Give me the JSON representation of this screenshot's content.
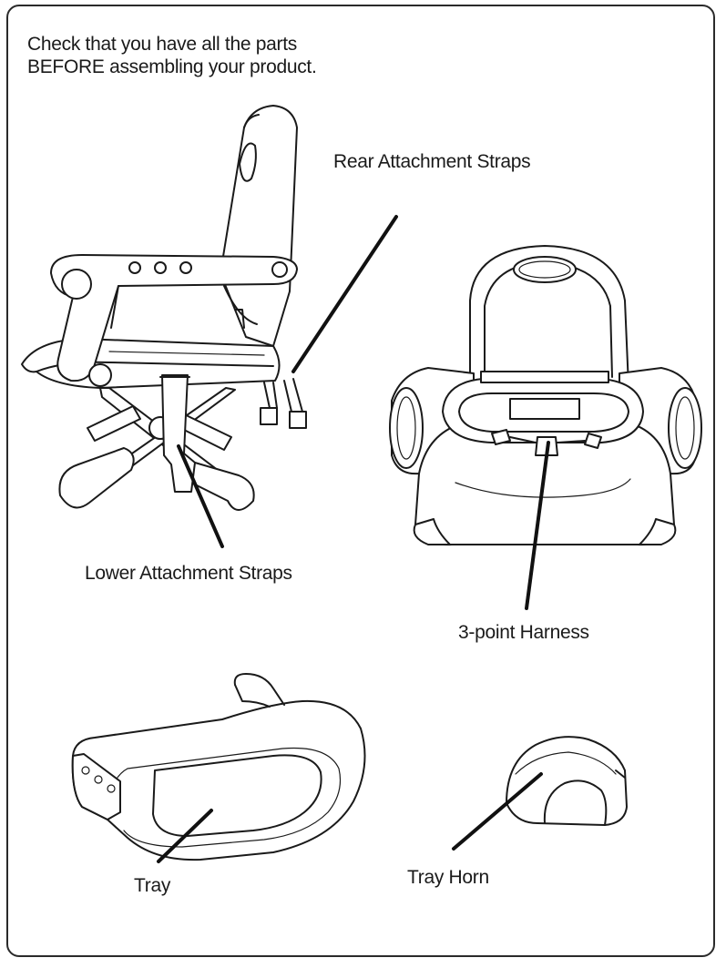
{
  "intro": {
    "line1": "Check that you have all the parts",
    "line2": "BEFORE assembling your product."
  },
  "parts": {
    "rear_straps": "Rear Attachment Straps",
    "lower_straps": "Lower Attachment Straps",
    "harness": "3-point Harness",
    "tray": "Tray",
    "tray_horn": "Tray Horn"
  }
}
